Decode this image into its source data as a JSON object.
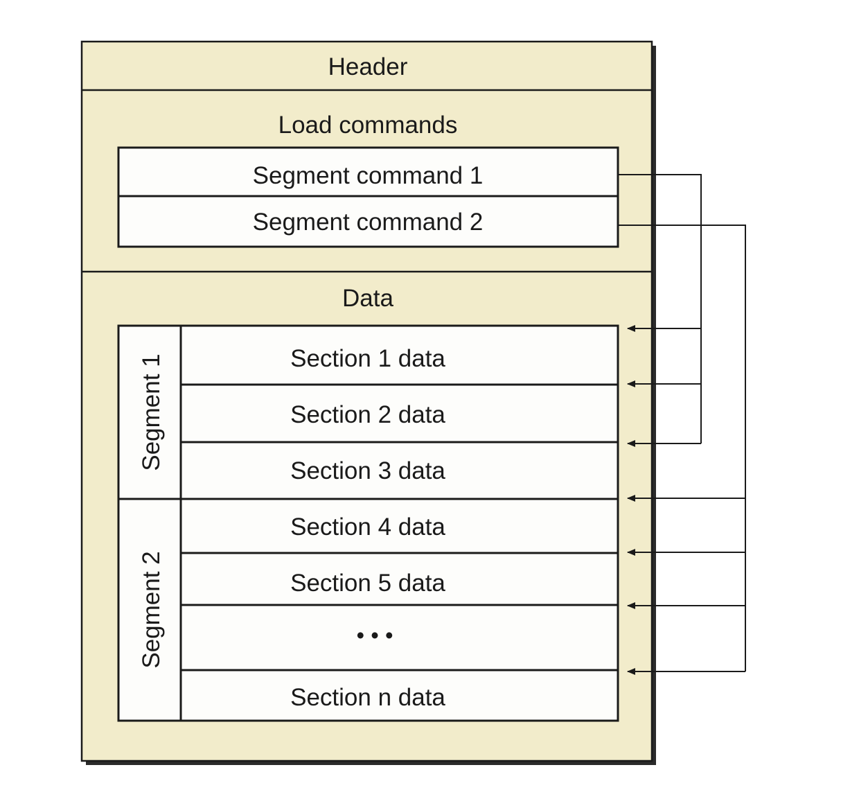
{
  "diagram": {
    "header_label": "Header",
    "load_commands_label": "Load commands",
    "segment_commands": [
      "Segment command 1",
      "Segment command 2"
    ],
    "data_label": "Data",
    "segments": [
      "Segment 1",
      "Segment 2"
    ],
    "sections": [
      "Section 1 data",
      "Section 2 data",
      "Section 3 data",
      "Section 4 data",
      "Section 5 data",
      "• • •",
      "Section n data"
    ],
    "colors": {
      "panel_fill": "#f2eccb",
      "box_fill": "#fdfdfb",
      "line": "#1a1a1a",
      "shadow": "#2b2b2b"
    },
    "links": [
      {
        "from": "Segment command 1",
        "to": [
          "Section 1 data",
          "Section 2 data",
          "Section 3 data"
        ]
      },
      {
        "from": "Segment command 2",
        "to": [
          "Section 4 data",
          "Section 5 data",
          "• • •",
          "Section n data"
        ]
      }
    ]
  }
}
